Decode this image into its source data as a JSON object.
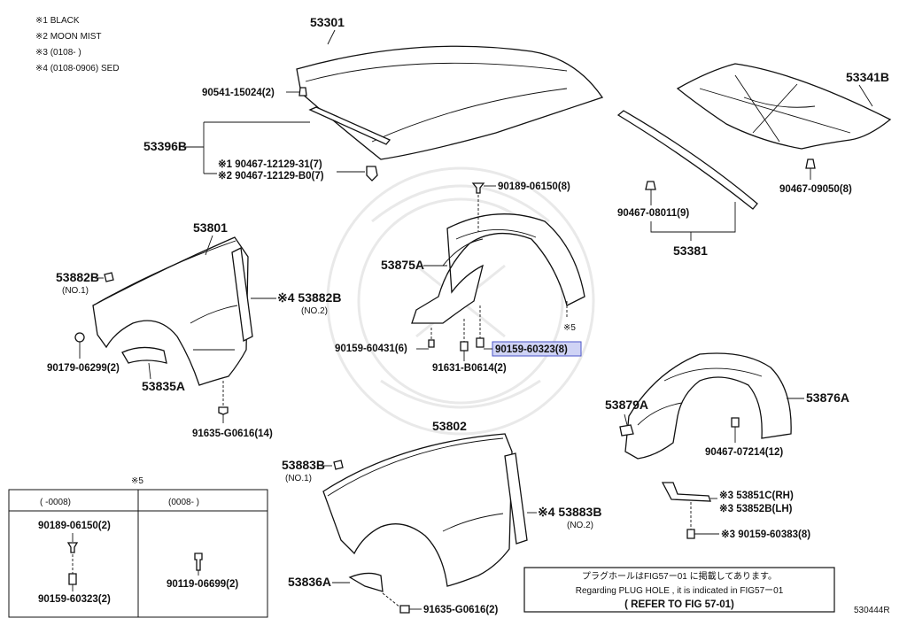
{
  "legend": {
    "l1": "※1 BLACK",
    "l2": "※2 MOON MIST",
    "l3": "※3 (0108-       )",
    "l4": "※4 (0108-0906) SED"
  },
  "parts": {
    "hood": "53301",
    "hood_bumper": "90541-15024(2)",
    "hood_seal": "53396B",
    "seal_clip1": "※1 90467-12129-31(7)",
    "seal_clip2": "※2 90467-12129-B0(7)",
    "insulator": "53341B",
    "insulator_clip": "90467-09050(8)",
    "cowl_seal": "53381",
    "cowl_clip": "90467-08011(9)",
    "liner_screw_top": "90189-06150(8)",
    "front_liner": "53875A",
    "note5": "※5",
    "liner_bolt": "90159-60431(6)",
    "liner_screw_hl": "90159-60323(8)",
    "liner_screw2": "91631-B0614(2)",
    "fender_rh": "53801",
    "fender_rh_plate": "53882B",
    "fender_rh_plate_note": "(NO.1)",
    "fender_rh_plate2": "※4 53882B",
    "fender_rh_plate2_note": "(NO.2)",
    "fender_rh_clip": "90179-06299(2)",
    "fender_rh_brace": "53835A",
    "fender_rh_bolt": "91635-G0616(14)",
    "rear_liner": "53876A",
    "rear_liner_clip": "90467-07214(12)",
    "rear_liner_part": "53879A",
    "fender_lh": "53802",
    "fender_lh_plate": "53883B",
    "fender_lh_plate_note": "(NO.1)",
    "fender_lh_plate2": "※4 53883B",
    "fender_lh_plate2_note": "(NO.2)",
    "fender_lh_brace": "53836A",
    "fender_lh_bolt": "91635-G0616(2)",
    "bracket_rh": "※3  53851C(RH)",
    "bracket_lh": "※3  53852B(LH)",
    "bracket_screw": "※3 90159-60383(8)"
  },
  "table": {
    "title": "※5",
    "col1_header": "(       -0008)",
    "col2_header": "(0008-       )",
    "col1_part1": "90189-06150(2)",
    "col1_part2": "90159-60323(2)",
    "col2_part1": "90119-06699(2)"
  },
  "notice": {
    "line1": "プラグホールはFIG57ー01 に掲載してあります。",
    "line2": "Regarding  PLUG HOLE , it is indicated in FIG57ー01",
    "line3": "( REFER TO FIG 57-01)"
  },
  "figure_id": "530444R"
}
